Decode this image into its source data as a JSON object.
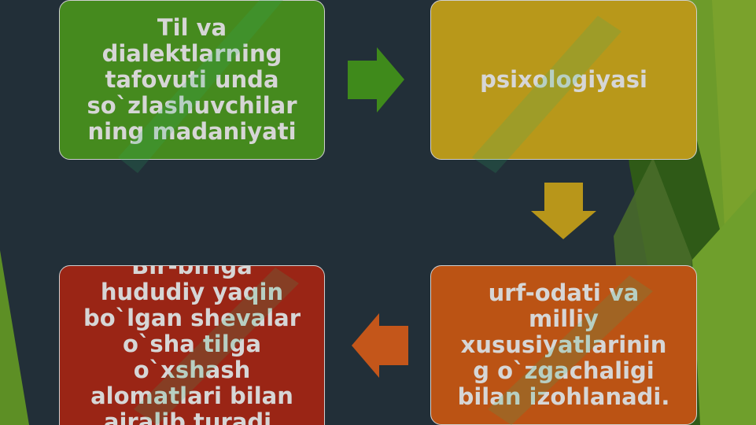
{
  "colors": {
    "background": "#222f38",
    "green": "#458a1e",
    "gold": "#b8981a",
    "orange": "#bb5314",
    "red": "#9a2515",
    "box_text": "#d6d6d6",
    "box_border": "#cfcfcf"
  },
  "boxes": {
    "box1": {
      "text": "Til va\ndialektlarning\ntafovuti unda\nso`zlashuvchilar\nning madaniyati"
    },
    "box2": {
      "text": "psixologiyasi"
    },
    "box3": {
      "text": "urf-odati va\nmilliy\nxususiyatlarinin\ng o`zgachaligi\nbilan izohlanadi."
    },
    "box4": {
      "text": "Bir-biriga\nhududiy yaqin\nbo`lgan shevalar\no`sha tilga\no`xshash\nalomatlari bilan\najralib turadi."
    }
  },
  "arrows": {
    "box1_to_box2": "arrow-right-icon",
    "box2_to_box3": "arrow-down-icon",
    "box3_to_box4": "arrow-left-icon"
  }
}
